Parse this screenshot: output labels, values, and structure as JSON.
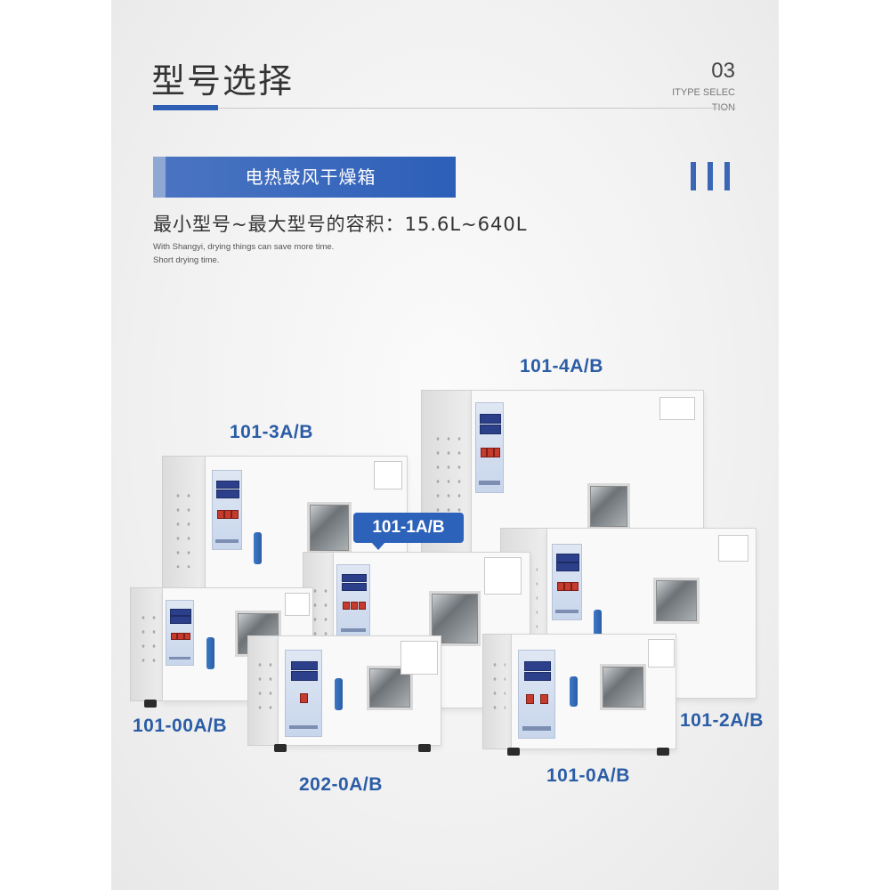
{
  "header": {
    "title": "型号选择",
    "section_number": "03",
    "section_en_line1": "ITYPE SELEC",
    "section_en_line2": "TION"
  },
  "banner": {
    "label": "电热鼓风干燥箱"
  },
  "capacity_text": "最小型号~最大型号的容积：15.6L~640L",
  "description_en": {
    "line1": "With Shangyi, drying things can save more time.",
    "line2": "Short drying time."
  },
  "models": {
    "m_4ab": "101-4A/B",
    "m_3ab": "101-3A/B",
    "m_1ab": "101-1A/B",
    "m_00ab": "101-00A/B",
    "m_2ab": "101-2A/B",
    "m_202": "202-0A/B",
    "m_0ab": "101-0A/B"
  },
  "colors": {
    "accent_blue": "#2b5da6",
    "banner_blue": "#2d5fb8",
    "control_red": "#c53b2e"
  }
}
